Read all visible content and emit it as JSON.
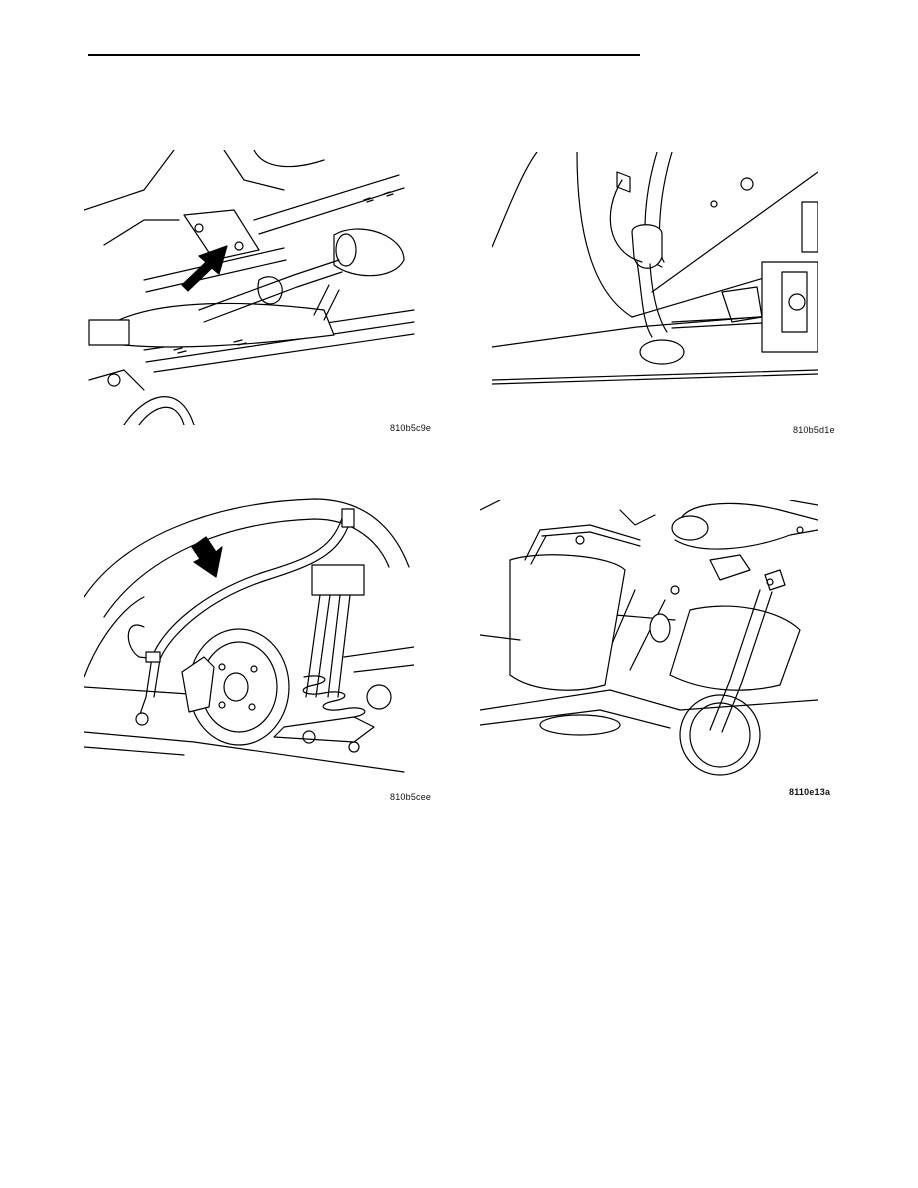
{
  "figures": [
    {
      "id": "fig1",
      "caption": "810b5c9e"
    },
    {
      "id": "fig2",
      "caption": "810b5d1e"
    },
    {
      "id": "fig3",
      "caption": "810b5cee"
    },
    {
      "id": "fig4",
      "caption": "8110e13a"
    }
  ]
}
